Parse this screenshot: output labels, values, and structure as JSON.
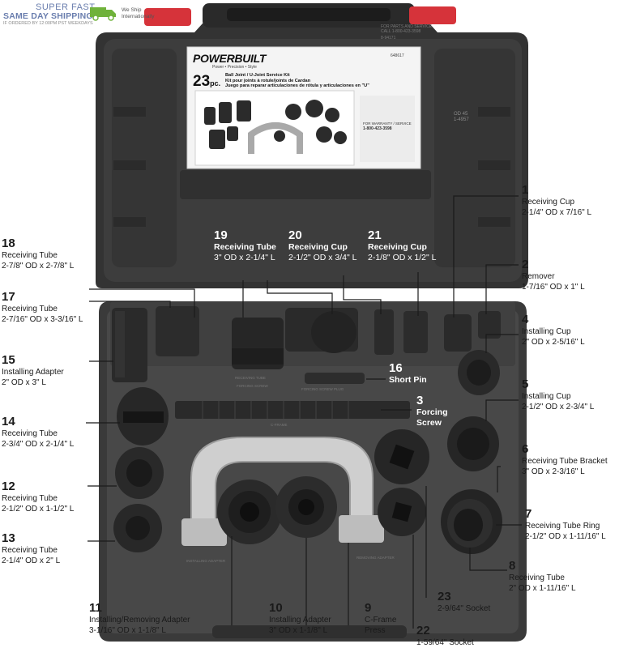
{
  "promo": {
    "line1": "SUPER FAST",
    "line2": "SAME DAY SHIPPING",
    "line3": "IF ORDERED BY 12:00PM PST WEEKDAYS",
    "ship_intl_1": "We Ship",
    "ship_intl_2": "Internationally"
  },
  "case_lid_text": {
    "parts_line1": "FOR PARTS AND SERVICE",
    "parts_line2": "CALL 1-800-423-3598",
    "part_no": "8-94171",
    "side_1": "OD 45",
    "side_2": "1-4957"
  },
  "kit_card": {
    "brand": "POWERBUILT",
    "tagline": "Power • Precision • Style",
    "piece_count": "23",
    "piece_unit": "pc.",
    "model": "648617",
    "title_en": "Ball Joint / U-Joint Service Kit",
    "title_fr": "Kit pour joints à rotule/joints de Cardan",
    "title_es": "Juego para reparar articulaciones de rótula y articulaciones en \"U\"",
    "warranty_label": "FOR WARRANTY / SERVICE",
    "phone": "1-800-423-3598"
  },
  "labels": [
    {
      "id": "1",
      "num": "1",
      "name": "Receiving Cup",
      "size": "2-1/4\" OD x 7/16\" L"
    },
    {
      "id": "2",
      "num": "2",
      "name": "Remover",
      "size": "1-7/16\" OD x 1\" L"
    },
    {
      "id": "4",
      "num": "4",
      "name": "Installing Cup",
      "size": "2\" OD x 2-5/16\" L"
    },
    {
      "id": "5",
      "num": "5",
      "name": "Installing Cup",
      "size": "2-1/2\" OD x 2-3/4\" L"
    },
    {
      "id": "6",
      "num": "6",
      "name": "Receiving Tube Bracket",
      "size": "3\" OD x 2-3/16\" L"
    },
    {
      "id": "7",
      "num": "7",
      "name": "Receiving Tube Ring",
      "size": "2-1/2\" OD x 1-11/16\" L"
    },
    {
      "id": "8",
      "num": "8",
      "name": "Receiving Tube",
      "size": "2\" OD x 1-11/16\" L"
    },
    {
      "id": "18",
      "num": "18",
      "name": "Receiving Tube",
      "size": "2-7/8\" OD x 2-7/8\" L"
    },
    {
      "id": "17",
      "num": "17",
      "name": "Receiving Tube",
      "size": "2-7/16\" OD x 3-3/16\" L"
    },
    {
      "id": "15",
      "num": "15",
      "name": "Installing Adapter",
      "size": "2\" OD x 3\" L"
    },
    {
      "id": "14",
      "num": "14",
      "name": "Receiving Tube",
      "size": "2-3/4\" OD x 2-1/4\" L"
    },
    {
      "id": "12",
      "num": "12",
      "name": "Receiving Tube",
      "size": "2-1/2\" OD x 1-1/2\" L"
    },
    {
      "id": "13",
      "num": "13",
      "name": "Receiving Tube",
      "size": "2-1/4\" OD x 2\" L"
    },
    {
      "id": "11",
      "num": "11",
      "name": "Installing/Removing Adapter",
      "size": "3-1/16\" OD x 1-1/8\" L"
    },
    {
      "id": "10",
      "num": "10",
      "name": "Installing Adapter",
      "size": "3\" OD x 1-1/8\" L"
    },
    {
      "id": "9",
      "num": "9",
      "name": "C-Frame",
      "size": "Press"
    },
    {
      "id": "23",
      "num": "23",
      "name": "2-9/64\" Socket",
      "size": ""
    },
    {
      "id": "22",
      "num": "22",
      "name": "1-59/64\" Socket",
      "size": ""
    },
    {
      "id": "19",
      "num": "19",
      "name": "Receiving Tube",
      "size": "3\" OD x 2-1/4\" L"
    },
    {
      "id": "20",
      "num": "20",
      "name": "Receiving Cup",
      "size": "2-1/2\" OD x 3/4\" L"
    },
    {
      "id": "21",
      "num": "21",
      "name": "Receiving Cup",
      "size": "2-1/8\" OD x 1/2\" L"
    },
    {
      "id": "16",
      "num": "16",
      "name": "Short Pin",
      "size": ""
    },
    {
      "id": "3",
      "num": "3",
      "name": "Forcing",
      "size": "Screw"
    }
  ],
  "tray_molded_text": {
    "forcing_screw_plug": "FORCING SCREW PLUG",
    "c_frame": "C-FRAME",
    "forcing_screw": "FORCING SCREW",
    "receiving_tube": "RECEIVING TUBE",
    "installing_adapter": "INSTALLING ADAPTER",
    "removing_adapter": "REMOVING ADAPTER"
  },
  "colors": {
    "case": "#3a3a3a",
    "case_dark": "#262626",
    "tray": "#454545",
    "latch": "#d6333a",
    "frame_silver": "#c8c8c8",
    "label_text": "#1a1a1a",
    "promo_blue": "#6a7eae",
    "truck_green": "#6fb23a"
  }
}
